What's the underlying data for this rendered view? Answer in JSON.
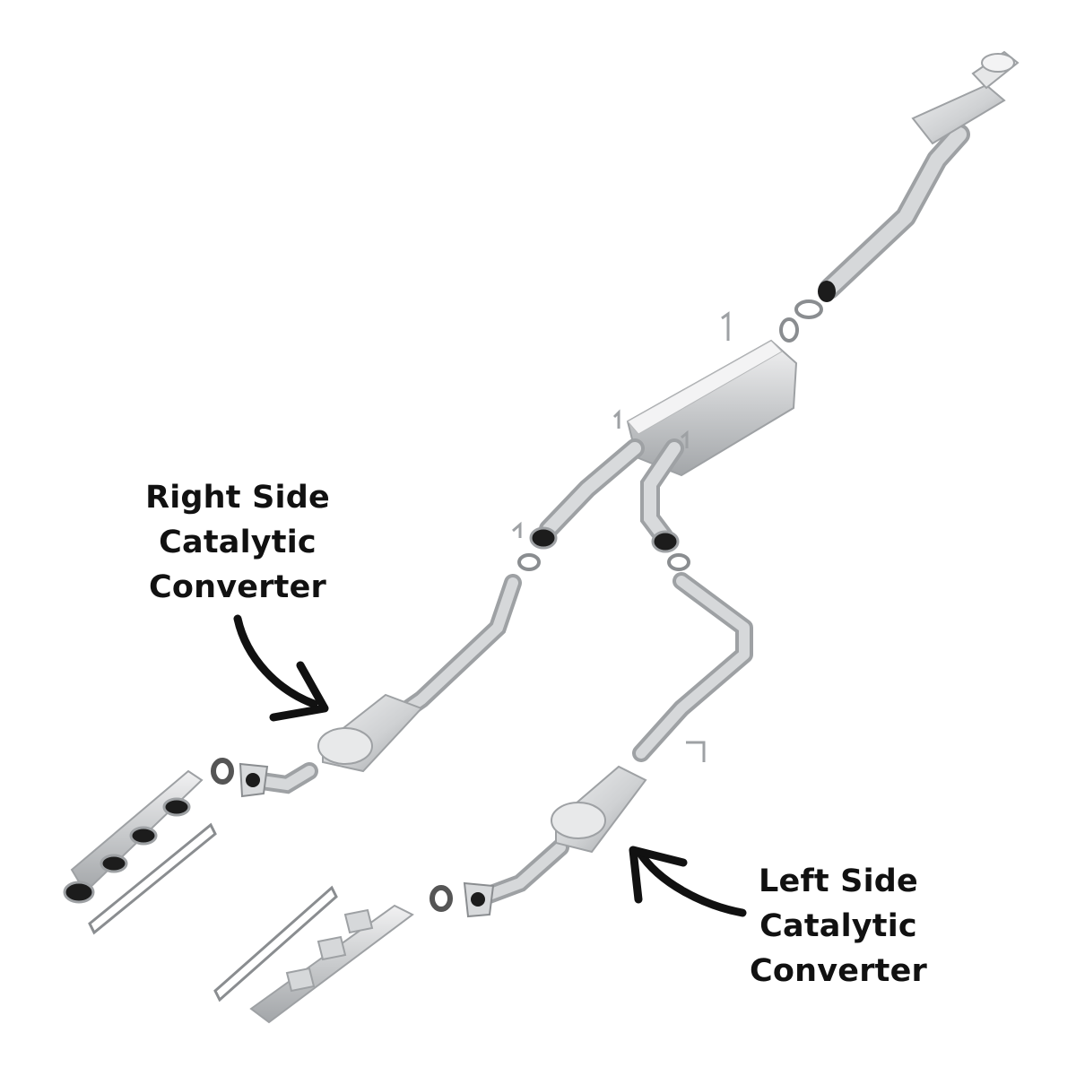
{
  "labels": {
    "right": {
      "line1": "Right Side",
      "line2": "Catalytic",
      "line3": "Converter"
    },
    "left": {
      "line1": "Left Side",
      "line2": "Catalytic",
      "line3": "Converter"
    }
  },
  "colors": {
    "pipe": "#c4c6c8",
    "pipe_shade": "#9ea1a4",
    "metal_light": "#e4e5e6",
    "gasket": "#8a8d90",
    "outlet_dark": "#1c1c1c",
    "text": "#111111",
    "arrow": "#111111"
  }
}
